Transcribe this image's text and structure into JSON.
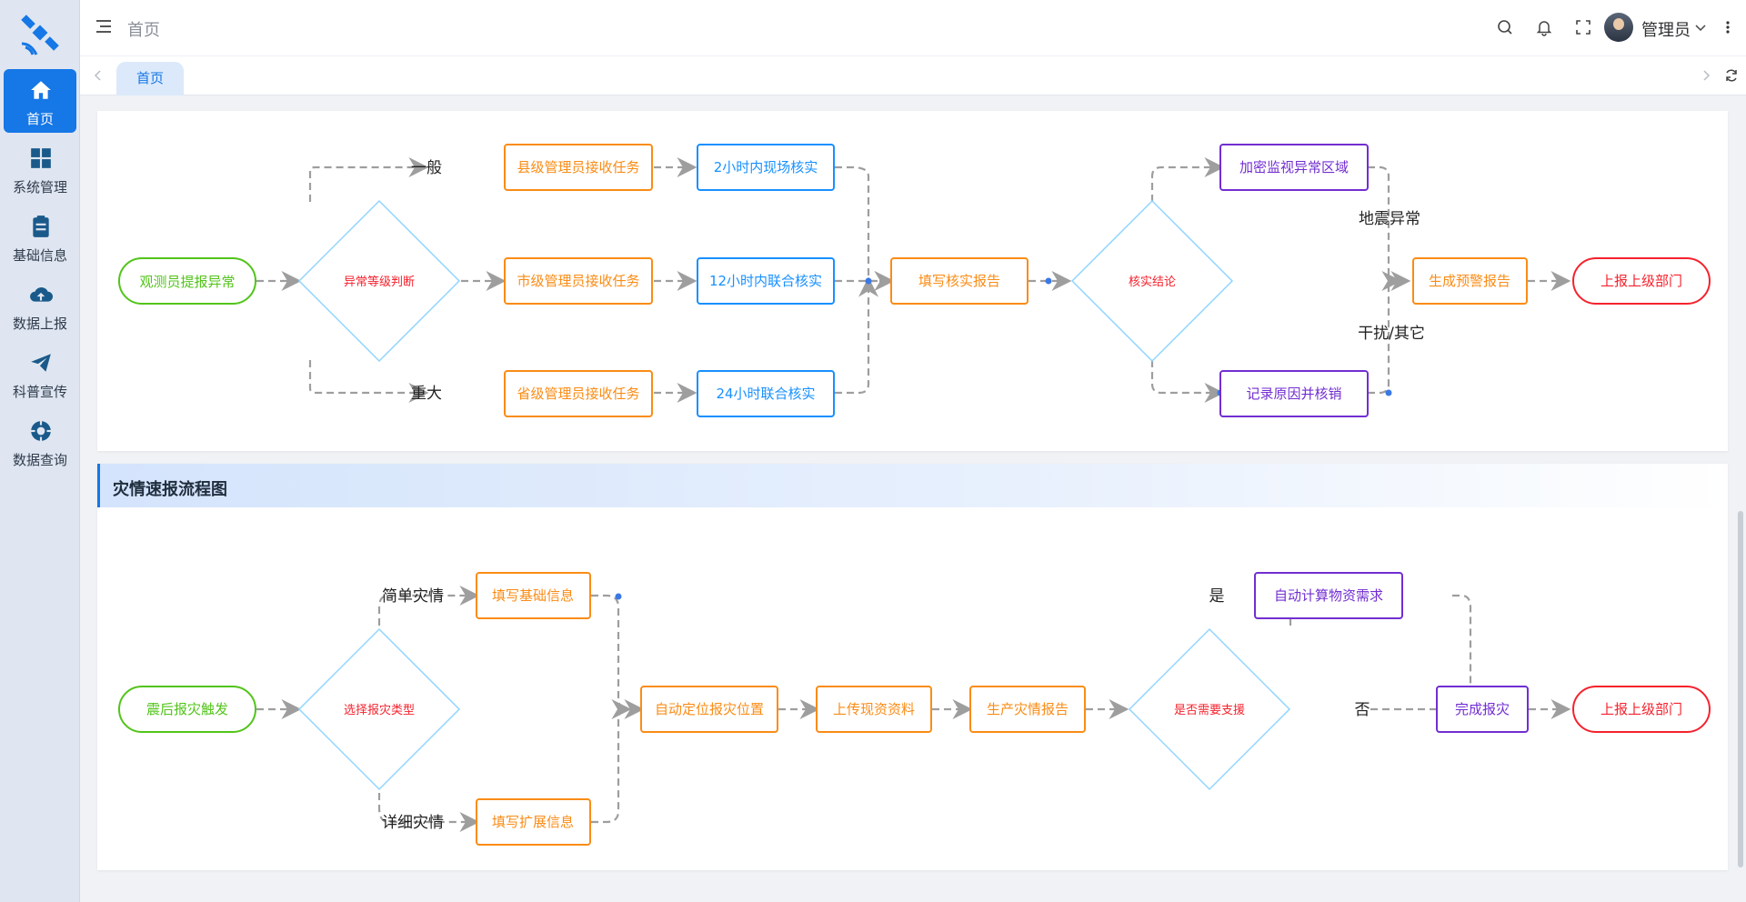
{
  "sidebar": {
    "items": [
      {
        "label": "首页",
        "icon": "home-icon",
        "active": true
      },
      {
        "label": "系统管理",
        "icon": "grid-icon"
      },
      {
        "label": "基础信息",
        "icon": "clipboard-icon"
      },
      {
        "label": "数据上报",
        "icon": "cloud-upload-icon"
      },
      {
        "label": "科普宣传",
        "icon": "send-icon"
      },
      {
        "label": "数据查询",
        "icon": "compass-icon"
      }
    ]
  },
  "header": {
    "breadcrumb": "首页",
    "user_name": "管理员"
  },
  "tabs": [
    {
      "label": "首页"
    }
  ],
  "flow1": {
    "nodes": {
      "start": "观测员提报异常",
      "decision": "异常等级判断",
      "county": "县级管理员接收任务",
      "city": "市级管理员接收任务",
      "province": "省级管理员接收任务",
      "verify2": "2小时内现场核实",
      "verify12": "12小时内联合核实",
      "verify24": "24小时联合核实",
      "report": "填写核实报告",
      "conclusion": "核实结论",
      "monitor": "加密监视异常区域",
      "record": "记录原因并核销",
      "warning": "生成预警报告",
      "submit": "上报上级部门"
    },
    "edges": {
      "normal": "一般",
      "major": "重大",
      "quake": "地震异常",
      "other": "干扰/其它"
    }
  },
  "flow2": {
    "title": "灾情速报流程图",
    "nodes": {
      "start": "震后报灾触发",
      "decision": "选择报灾类型",
      "basic": "填写基础信息",
      "extended": "填写扩展信息",
      "locate": "自动定位报灾位置",
      "upload": "上传现资资料",
      "produce": "生产灾情报告",
      "support": "是否需要支援",
      "calc": "自动计算物资需求",
      "complete": "完成报灾",
      "submit": "上报上级部门"
    },
    "edges": {
      "simple": "简单灾情",
      "detailed": "详细灾情",
      "yes": "是",
      "no": "否"
    }
  },
  "colors": {
    "accent": "#1677e6",
    "green": "#52c41a",
    "orange": "#fa8c16",
    "blue": "#1890ff",
    "purple": "#722ed1",
    "red": "#f5222d",
    "diamond": "#91d5ff",
    "edge": "#9e9e9e"
  }
}
